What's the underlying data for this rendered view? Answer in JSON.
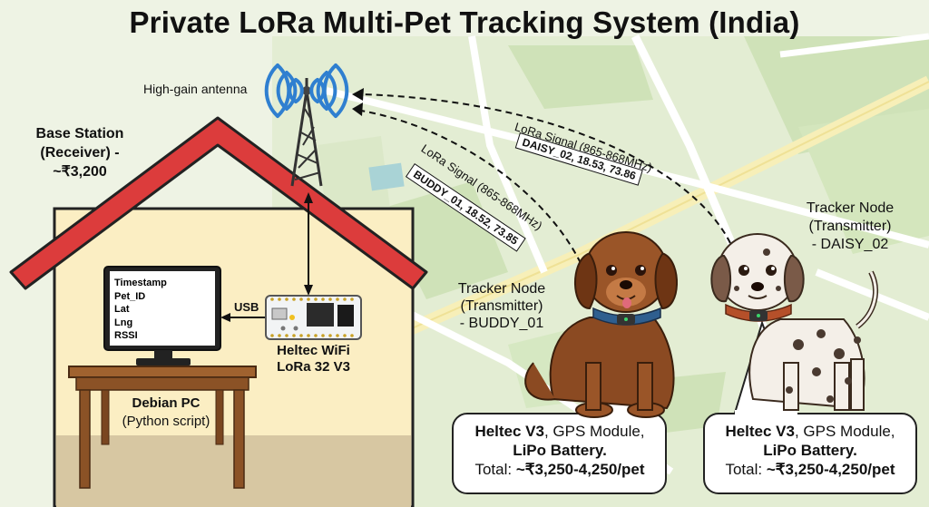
{
  "title": "Private LoRa Multi-Pet Tracking System (India)",
  "antenna_label": "High-gain antenna",
  "base_station": {
    "line1": "Base Station",
    "line2": "(Receiver) -",
    "line3": "~₹3,200"
  },
  "screen_fields": [
    "Timestamp",
    "Pet_ID",
    "Lat",
    "Lng",
    "RSSI"
  ],
  "usb_label": "USB",
  "heltec_board": {
    "line1": "Heltec WiFi",
    "line2": "LoRa 32 V3"
  },
  "pc": {
    "line1": "Debian PC",
    "line2": "(Python script)"
  },
  "signals": [
    {
      "text": "LoRa Signal (865-868MHz)",
      "packet": "DAISY_02, 18.53, 73.86"
    },
    {
      "text": "LoRa Signal (865-868MHz)",
      "packet": "BUDDY_01, 18.52, 73.85"
    }
  ],
  "tracker_buddy": {
    "line1": "Tracker Node",
    "line2": "(Transmitter)",
    "line3": "- BUDDY_01"
  },
  "tracker_daisy": {
    "line1": "Tracker Node",
    "line2": "(Transmitter)",
    "line3": "- DAISY_02"
  },
  "callouts": [
    {
      "heltec": "Heltec V3",
      "rest1": ", GPS Module,",
      "lipo": "LiPo",
      "battery": " Battery.",
      "total": "Total: ",
      "cost": "~₹3,250-4,250/pet"
    },
    {
      "heltec": "Heltec V3",
      "rest1": ", GPS Module,",
      "lipo": "LiPo",
      "battery": " Battery.",
      "total": "Total: ",
      "cost": "~₹3,250-4,250/pet"
    }
  ]
}
